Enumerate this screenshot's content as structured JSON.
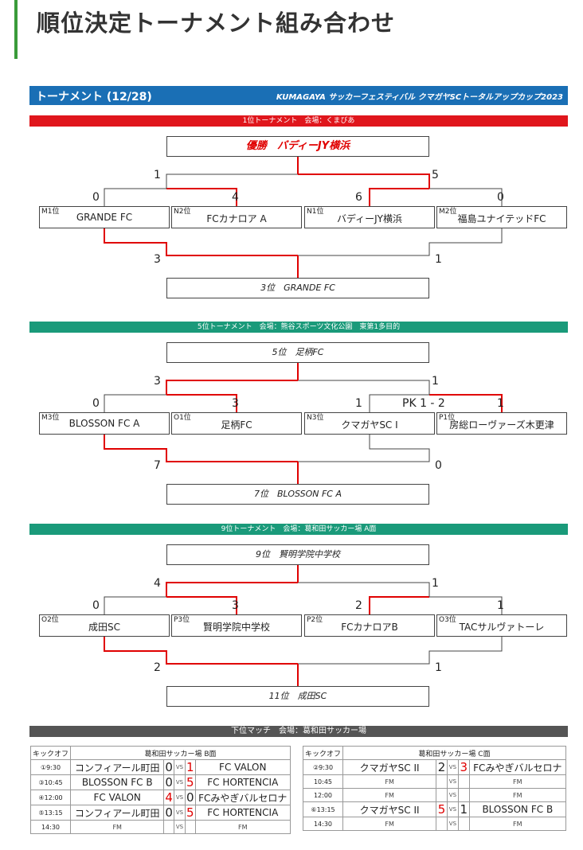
{
  "page_title": "順位決定トーナメント組み合わせ",
  "header": {
    "left": "トーナメント (12/28)",
    "right": "KUMAGAYA サッカーフェスティバル クマガヤSCトータルアップカップ2023"
  },
  "colors": {
    "section1": "#e0161c",
    "section2": "#1a9a7a",
    "section3": "#1a9a7a",
    "lower": "#555555",
    "win_line": "#e00000",
    "header": "#1a6fb5",
    "title_bar": "#3a9b3a"
  },
  "sections": [
    {
      "bar": "1位トーナメント　会場：くまびあ",
      "top_result": "優勝　バディーJY横浜",
      "bottom_result": "3位　GRANDE FC",
      "teams": [
        {
          "tag": "M1位",
          "name": "GRANDE FC"
        },
        {
          "tag": "N2位",
          "name": "FCカナロア A"
        },
        {
          "tag": "N1位",
          "name": "バディーJY横浜"
        },
        {
          "tag": "M2位",
          "name": "福島ユナイテッドFC"
        }
      ],
      "scores": {
        "s1_left": "0",
        "s1_right": "4",
        "s2_left": "6",
        "s2_right": "0",
        "final_left": "1",
        "final_right": "5",
        "third_left": "3",
        "third_right": "1"
      }
    },
    {
      "bar": "5位トーナメント　会場：熊谷スポーツ文化公園　東第1多目的",
      "top_result": "5位　足柄FC",
      "bottom_result": "7位　BLOSSON FC A",
      "pk": "PK 1 - 2",
      "teams": [
        {
          "tag": "M3位",
          "name": "BLOSSON FC A"
        },
        {
          "tag": "O1位",
          "name": "足柄FC"
        },
        {
          "tag": "N3位",
          "name": "クマガヤSC I"
        },
        {
          "tag": "P1位",
          "name": "房総ローヴァーズ木更津"
        }
      ],
      "scores": {
        "s1_left": "0",
        "s1_right": "3",
        "s2_left": "1",
        "s2_right": "1",
        "final_left": "3",
        "final_right": "1",
        "third_left": "7",
        "third_right": "0"
      }
    },
    {
      "bar": "9位トーナメント　会場：葛和田サッカー場 A面",
      "top_result": "9位　賢明学院中学校",
      "bottom_result": "11位　成田SC",
      "teams": [
        {
          "tag": "O2位",
          "name": "成田SC"
        },
        {
          "tag": "P3位",
          "name": "賢明学院中学校"
        },
        {
          "tag": "P2位",
          "name": "FCカナロアB"
        },
        {
          "tag": "O3位",
          "name": "TACサルヴァトーレ"
        }
      ],
      "scores": {
        "s1_left": "0",
        "s1_right": "3",
        "s2_left": "2",
        "s2_right": "1",
        "final_left": "4",
        "final_right": "1",
        "third_left": "2",
        "third_right": "1"
      }
    }
  ],
  "lower": {
    "bar": "下位マッチ　会場：葛和田サッカー場",
    "tables": [
      {
        "kickoff_label": "キックオフ",
        "venue": "葛和田サッカー場 B面",
        "rows": [
          {
            "time": "①9:30",
            "home": "コンフィアール町田",
            "hs": "0",
            "as": "1",
            "away": "FC VALON"
          },
          {
            "time": "③10:45",
            "home": "BLOSSON FC B",
            "hs": "0",
            "as": "5",
            "away": "FC HORTENCIA"
          },
          {
            "time": "④12:00",
            "home": "FC VALON",
            "hs": "4",
            "as": "0",
            "away": "FCみやぎバルセロナ"
          },
          {
            "time": "⑤13:15",
            "home": "コンフィアール町田",
            "hs": "0",
            "as": "5",
            "away": "FC HORTENCIA"
          },
          {
            "time": "14:30",
            "home": "FM",
            "hs": "",
            "as": "",
            "away": "FM"
          }
        ]
      },
      {
        "kickoff_label": "キックオフ",
        "venue": "葛和田サッカー場 C面",
        "rows": [
          {
            "time": "②9:30",
            "home": "クマガヤSC II",
            "hs": "2",
            "as": "3",
            "away": "FCみやぎバルセロナ"
          },
          {
            "time": "10:45",
            "home": "FM",
            "hs": "",
            "as": "",
            "away": "FM"
          },
          {
            "time": "12:00",
            "home": "FM",
            "hs": "",
            "as": "",
            "away": "FM"
          },
          {
            "time": "⑥13:15",
            "home": "クマガヤSC II",
            "hs": "5",
            "as": "1",
            "away": "BLOSSON FC B"
          },
          {
            "time": "14:30",
            "home": "FM",
            "hs": "",
            "as": "",
            "away": "FM"
          }
        ]
      }
    ],
    "vs": "VS"
  }
}
